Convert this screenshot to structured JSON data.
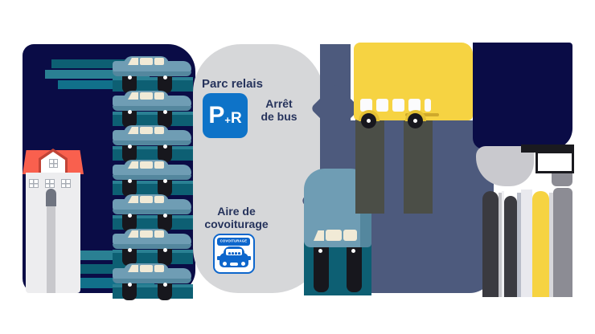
{
  "labels": {
    "parc_relais": "Parc relais",
    "arret_bus": [
      "Arrêt",
      "de bus"
    ],
    "aire_covoiturage": [
      "Aire de",
      "covoiturage"
    ]
  },
  "signs": {
    "pr_p": "P",
    "pr_plus": "+",
    "pr_r": "R",
    "covoiturage_banner": "COVOITURAGE"
  },
  "counts": {
    "queued_cars": 7,
    "bus_windows": 4
  },
  "colors": {
    "navy": "#0a0c46",
    "slate": "#4d5a7d",
    "zone_gray": "#d6d7d9",
    "teal_road": "#0d5f73",
    "teal_light": "#2a8093",
    "teal_mid": "#11708a",
    "car_body": "#6f9db4",
    "car_shade": "#54879e",
    "car_window": "#f1ead6",
    "wheel_dark": "#17171d",
    "bus_yellow": "#f6d342",
    "bus_under": "#4b4e47",
    "skirt": "#cfa92b",
    "arch_yellow": "#e4c135",
    "platform_gray": "#8c8c94",
    "canopy_gray": "#c9c9ce",
    "rail_dark": "#3a3a40",
    "light_gray": "#e9e9ee",
    "house_roof": "#f9604e",
    "house_wall": "#ededef",
    "dormer_red": "#c14437",
    "win_frame": "#a8adb5",
    "door_gray": "#6f7480",
    "path_gray": "#c8c8cc",
    "sign_blue": "#0e73c8",
    "covoit_blue": "#0d66cc",
    "text_navy": "#26335c"
  }
}
